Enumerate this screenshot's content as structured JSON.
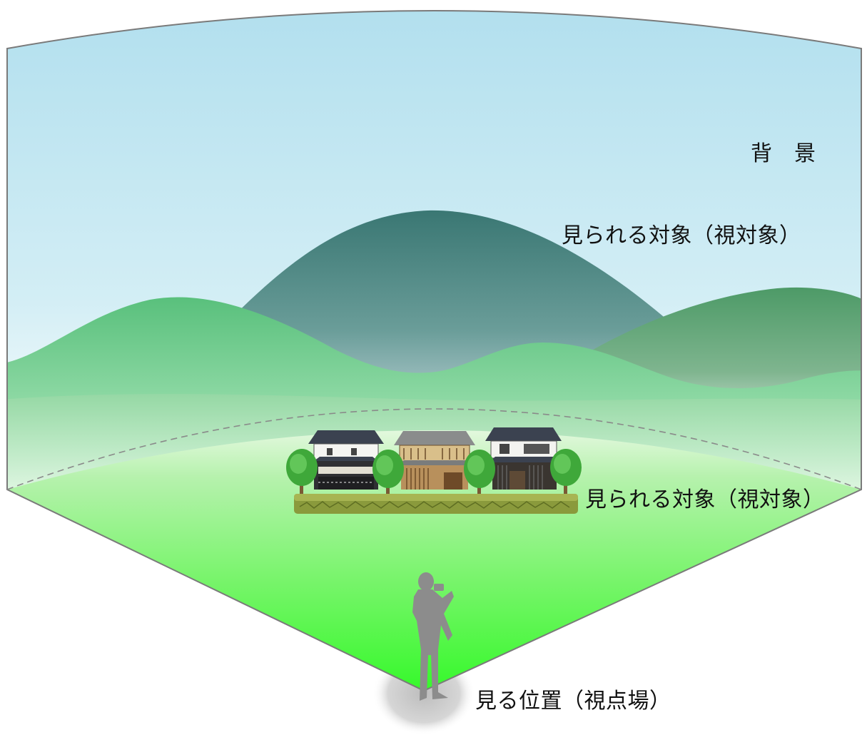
{
  "labels": {
    "background": "背　景",
    "object_far": "見られる対象（視対象）",
    "object_near": "見られる対象（視対象）",
    "viewpoint": "見る位置（視点場）"
  },
  "colors": {
    "sky_top": "#b3e1ee",
    "sky_bottom": "#ffffff",
    "mountain_top": "#3a7a73",
    "mountain_bottom": "#b6cfd6",
    "hill": "#5ec282",
    "ground_far": "#d7f6d2",
    "ground_near": "#3dfa32",
    "frame_line": "#777777",
    "person": "#8c8c8c",
    "shadow": "#cfcfcf"
  }
}
